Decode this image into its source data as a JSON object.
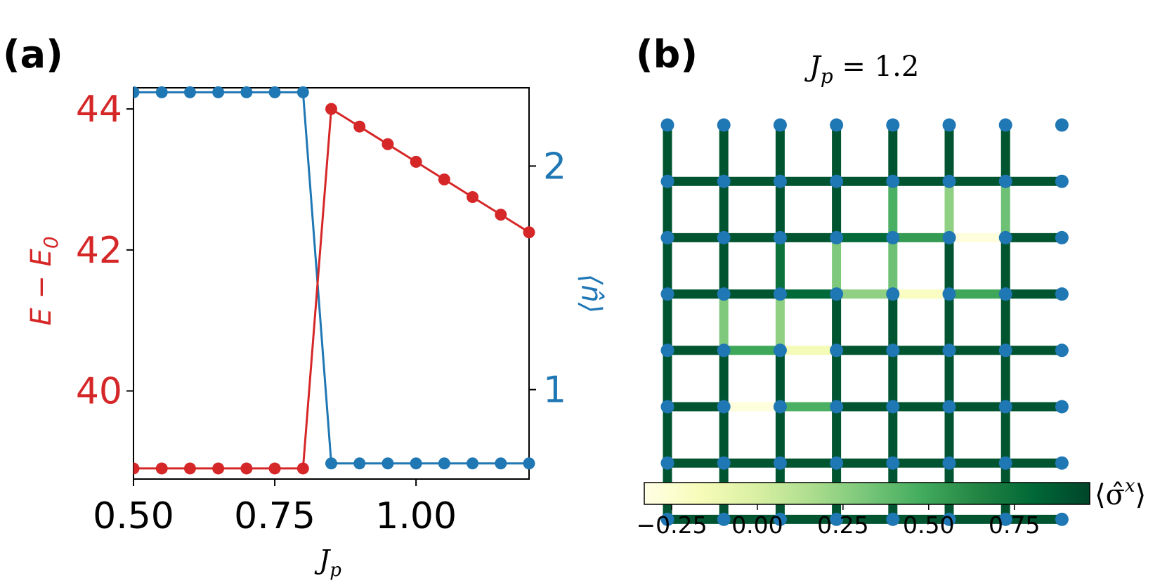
{
  "panel_a_label": "(a)",
  "panel_b_label": "(b)",
  "colors": {
    "energy": "#d62728",
    "occupation": "#1f77b4",
    "node": "#1f77b4",
    "colormap": [
      "#ffffe5",
      "#f7fcb9",
      "#d9f0a3",
      "#addd8e",
      "#78c679",
      "#41ab5d",
      "#238443",
      "#006837",
      "#004529"
    ]
  },
  "chart_data": [
    {
      "type": "line",
      "panel": "(a)",
      "xlabel": "J",
      "xlabel_sub": "p",
      "xlim": [
        0.5,
        1.2
      ],
      "xticks": [
        "0.50",
        "0.75",
        "1.00"
      ],
      "left_axis": {
        "label": "E − E",
        "label_sub": "0",
        "ylim": [
          38.75,
          44.3
        ],
        "ticks": [
          "40",
          "42",
          "44"
        ],
        "color": "#d62728"
      },
      "right_axis": {
        "label": "⟨n̂⟩",
        "ylim": [
          0.6,
          2.35
        ],
        "ticks": [
          "1",
          "2"
        ],
        "color": "#1f77b4"
      },
      "series": [
        {
          "axis": "left",
          "x": [
            0.5,
            0.55,
            0.6,
            0.65,
            0.7,
            0.75,
            0.8,
            0.85,
            0.9,
            0.95,
            1.0,
            1.05,
            1.1,
            1.15,
            1.2
          ],
          "values": [
            38.9,
            38.9,
            38.9,
            38.9,
            38.9,
            38.9,
            38.9,
            44.0,
            43.75,
            43.5,
            43.25,
            43.0,
            42.75,
            42.5,
            42.25
          ]
        },
        {
          "axis": "right",
          "x": [
            0.5,
            0.55,
            0.6,
            0.65,
            0.7,
            0.75,
            0.8,
            0.85,
            0.9,
            0.95,
            1.0,
            1.05,
            1.1,
            1.15,
            1.2
          ],
          "values": [
            2.33,
            2.33,
            2.33,
            2.33,
            2.33,
            2.33,
            2.33,
            0.67,
            0.67,
            0.67,
            0.67,
            0.67,
            0.67,
            0.67,
            0.67
          ]
        }
      ]
    },
    {
      "type": "heatmap",
      "panel": "(b)",
      "title": "J",
      "title_sub": "p",
      "title_value": " = 1.2",
      "grid_size": 7,
      "colorbar": {
        "label": "⟨σ̂",
        "label_sup": "x",
        "label_end": "⟩",
        "range": [
          -0.33,
          0.97
        ],
        "ticks": [
          "−0.25",
          "0.00",
          "0.25",
          "0.50",
          "0.75"
        ]
      },
      "horizontal_bonds": [
        [
          0.9,
          0.9,
          0.9,
          0.9,
          0.9,
          0.9,
          0.9
        ],
        [
          0.9,
          0.9,
          0.9,
          0.8,
          0.55,
          -0.3,
          0.9
        ],
        [
          0.9,
          0.9,
          0.8,
          0.25,
          -0.2,
          0.5,
          0.9
        ],
        [
          0.9,
          0.5,
          -0.15,
          0.9,
          0.9,
          0.9,
          0.9
        ],
        [
          0.9,
          -0.3,
          0.45,
          0.9,
          0.9,
          0.9,
          0.9
        ],
        [
          0.9,
          0.9,
          0.9,
          0.9,
          0.9,
          0.9,
          0.9
        ],
        [
          0.9,
          0.9,
          0.9,
          0.9,
          0.9,
          0.9,
          0.9
        ]
      ],
      "vertical_bonds": [
        [
          0.9,
          0.9,
          0.9,
          0.9,
          0.9,
          0.9,
          0.9
        ],
        [
          0.9,
          0.9,
          0.9,
          0.9,
          0.45,
          0.25,
          0.35
        ],
        [
          0.9,
          0.9,
          0.75,
          0.3,
          0.35,
          0.9,
          0.9
        ],
        [
          0.9,
          0.3,
          0.25,
          0.9,
          0.9,
          0.9,
          0.9
        ],
        [
          0.9,
          0.9,
          0.9,
          0.9,
          0.9,
          0.9,
          0.9
        ],
        [
          0.9,
          0.9,
          0.9,
          0.9,
          0.9,
          0.9,
          0.9
        ]
      ],
      "extra_nodes": 1
    }
  ]
}
